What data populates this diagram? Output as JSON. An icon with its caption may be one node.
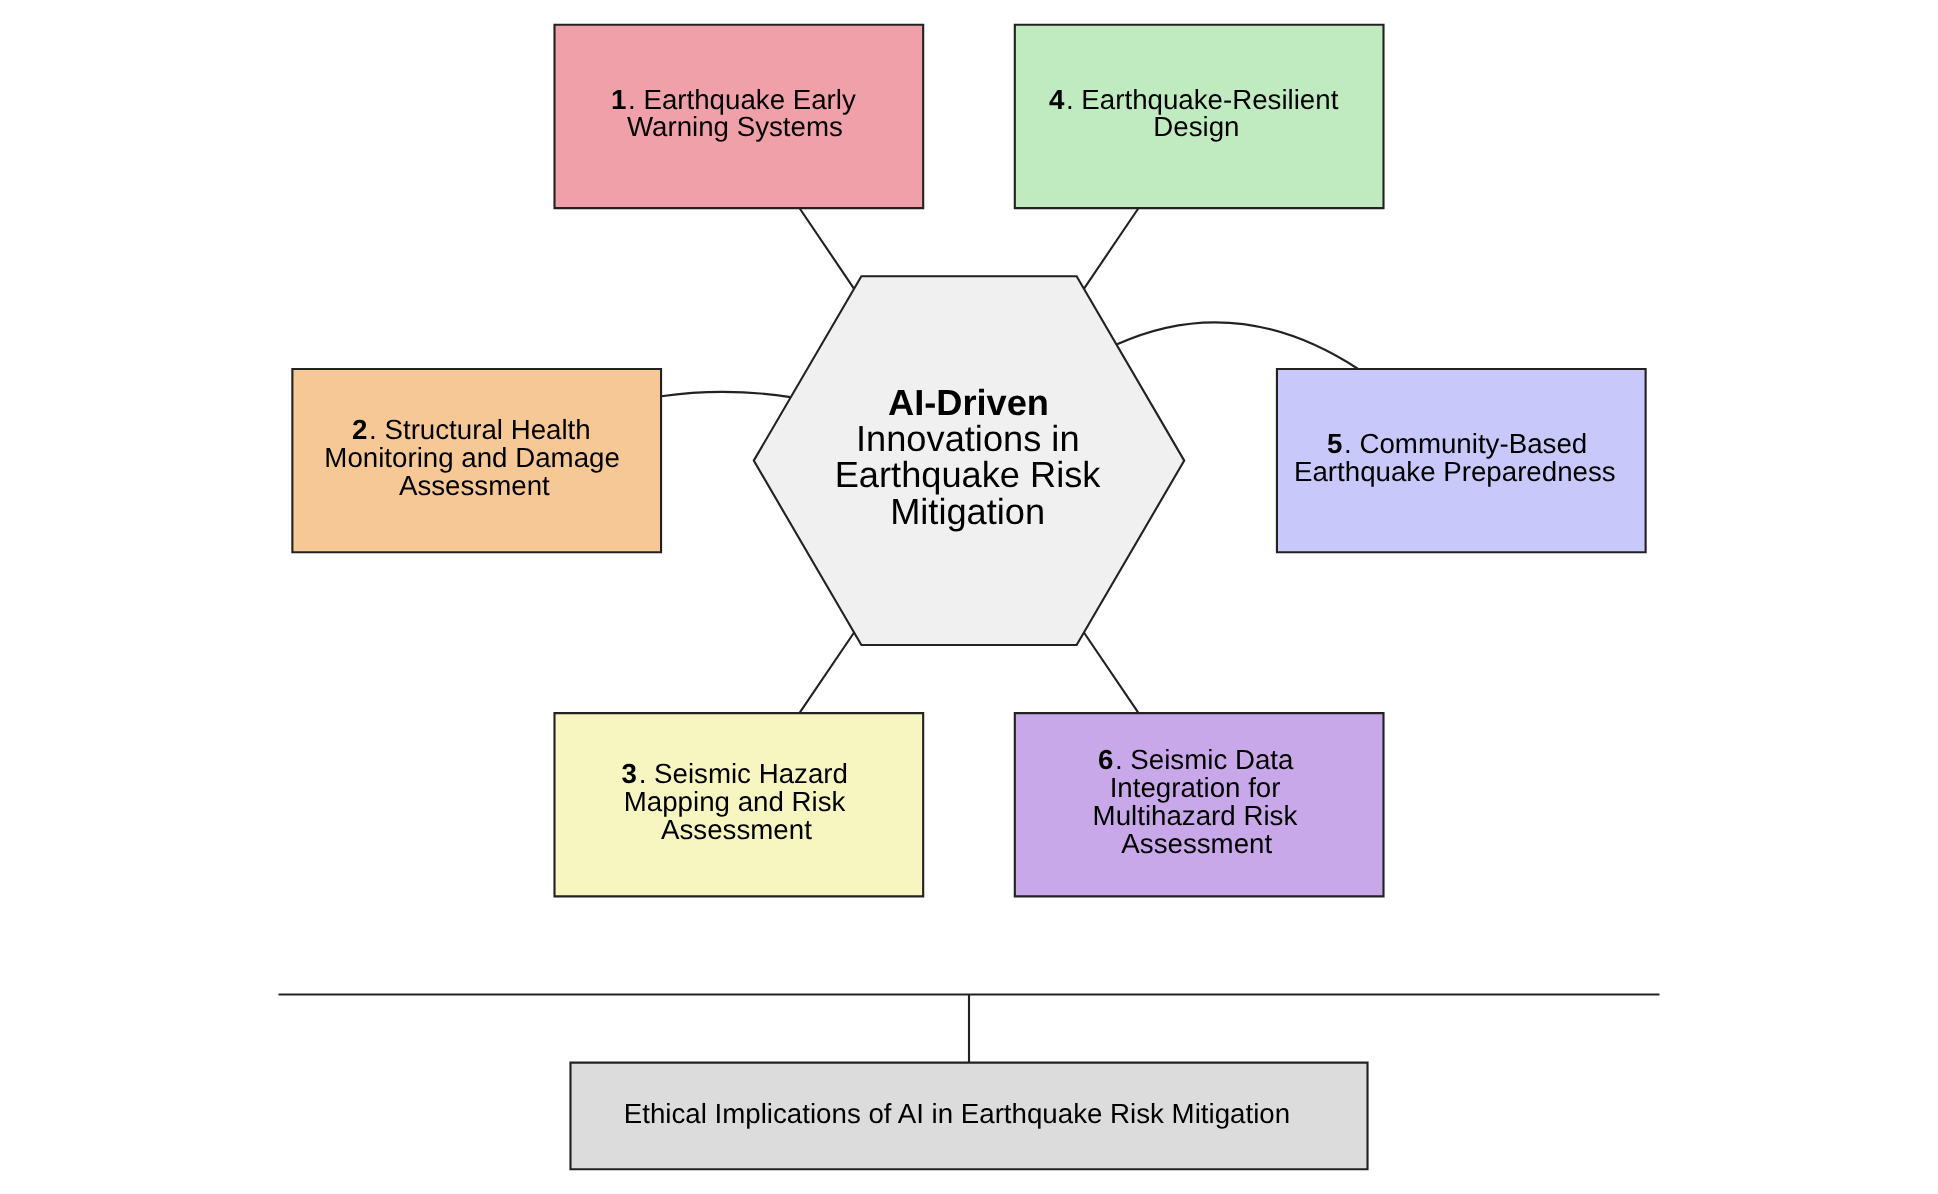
{
  "diagram": {
    "nodes": [
      {
        "text": [
          "**AI-Driven Innovations in Earthquake Risk Mitigation**"
        ]
      },
      {
        "text": [
          "**1**. Earthquake Early Warning Systems"
        ]
      },
      {
        "text": [
          "**2**. Structural Health Monitoring and Damage Assessment"
        ]
      },
      {
        "text": [
          "**3**. Seismic Hazard Mapping and Risk Assessment"
        ]
      },
      {
        "text": [
          "**4**. Earthquake-Resilient Design"
        ]
      },
      {
        "text": [
          "**5**. Community-Based Earthquake Preparedness"
        ]
      },
      {
        "text": [
          "**6**. Seismic Data Integration for Multihazard Risk Assessment"
        ]
      },
      {
        "text": [],
        "shape": "bracket"
      },
      {
        "text": [
          "Ethical Implications of AI in Earthquake Risk Mitigation"
        ]
      }
    ],
    "edges": [
      {
        "from": 0,
        "to": 1,
        "arrow": "none"
      },
      {
        "from": 0,
        "to": 2,
        "arrow": "none"
      },
      {
        "from": 0,
        "to": 3,
        "arrow": "none"
      },
      {
        "from": 0,
        "to": 4,
        "arrow": "none"
      },
      {
        "from": 0,
        "to": 5,
        "arrow": "none"
      },
      {
        "from": 0,
        "to": 6,
        "arrow": "none"
      },
      {
        "from": 7,
        "to": 8,
        "arrow": "none"
      }
    ]
  }
}
